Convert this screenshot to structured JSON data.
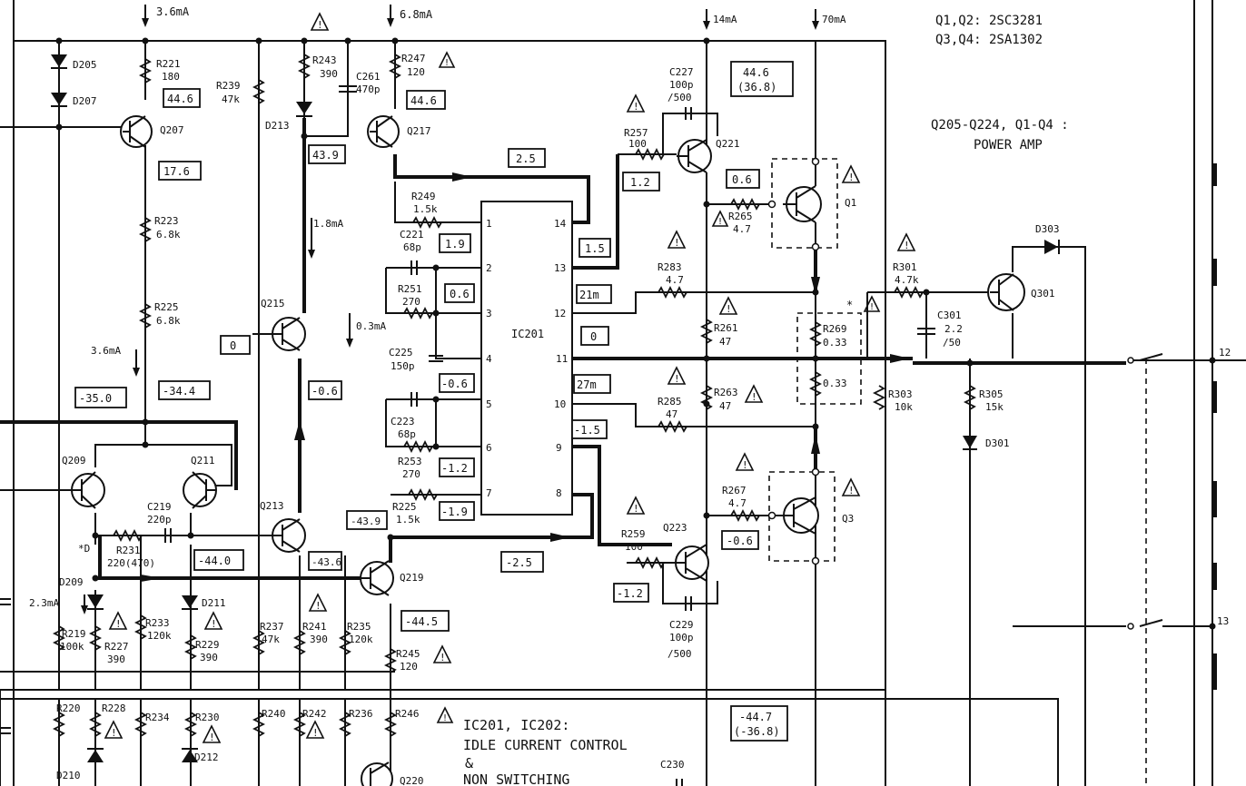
{
  "header": {
    "transistor_notes": [
      "Q1,Q2: 2SC3281",
      "Q3,Q4: 2SA1302"
    ],
    "power_amp_note": [
      "Q205-Q224, Q1-Q4 :",
      "POWER AMP"
    ],
    "idle_note": [
      "IC201, IC202:",
      "IDLE CURRENT CONTROL",
      "&",
      "NON SWITCHING"
    ]
  },
  "currents": {
    "i1": "3.6mA",
    "i2": "6.8mA",
    "i3": "14mA",
    "i4": "70mA",
    "i5": "1.8mA",
    "i6": "0.3mA",
    "i7": "3.6mA",
    "i8": "2.3mA"
  },
  "ic": {
    "name": "IC201",
    "left_pins": [
      "1",
      "2",
      "3",
      "4",
      "5",
      "6",
      "7"
    ],
    "right_pins": [
      "14",
      "13",
      "12",
      "11",
      "10",
      "9",
      "8"
    ]
  },
  "transistors": {
    "q207": "Q207",
    "q209": "Q209",
    "q211": "Q211",
    "q213": "Q213",
    "q215": "Q215",
    "q217": "Q217",
    "q219": "Q219",
    "q220": "Q220",
    "q221": "Q221",
    "q223": "Q223",
    "q1": "Q1",
    "q3": "Q3",
    "q301": "Q301"
  },
  "diodes": {
    "d205": "D205",
    "d207": "D207",
    "d213": "D213",
    "d209": "D209",
    "d211": "D211",
    "d210": "D210",
    "d212": "D212",
    "d301": "D301",
    "d303": "D303"
  },
  "resistors": {
    "r221": [
      "R221",
      "180"
    ],
    "r223": [
      "R223",
      "6.8k"
    ],
    "r225a": [
      "R225",
      "6.8k"
    ],
    "r239": [
      "R239",
      "47k"
    ],
    "r243": [
      "R243",
      "390"
    ],
    "r247": [
      "R247",
      "120"
    ],
    "r249": [
      "R249",
      "1.5k"
    ],
    "r251": [
      "R251",
      "270"
    ],
    "r253": [
      "R253",
      "270"
    ],
    "r225b": [
      "R225",
      "1.5k"
    ],
    "r231": [
      "R231",
      "220(470)"
    ],
    "r219": [
      "R219",
      "100k"
    ],
    "r227": [
      "R227",
      "390"
    ],
    "r233": [
      "R233",
      "120k"
    ],
    "r229": [
      "R229",
      "390"
    ],
    "r237": [
      "R237",
      "47k"
    ],
    "r241": [
      "R241",
      "390"
    ],
    "r235": [
      "R235",
      "120k"
    ],
    "r245": [
      "R245",
      "120"
    ],
    "r257": [
      "R257",
      "100"
    ],
    "r259": [
      "R259",
      "100"
    ],
    "r265": [
      "R265",
      "4.7"
    ],
    "r267": [
      "R267",
      "4.7"
    ],
    "r283": [
      "R283",
      "4.7"
    ],
    "r285": [
      "R285",
      "47"
    ],
    "r261": [
      "R261",
      "47"
    ],
    "r263": [
      "R263",
      "47"
    ],
    "r269": [
      "R269",
      "0.33"
    ],
    "r271": [
      "",
      "0.33"
    ],
    "r301": [
      "R301",
      "4.7k"
    ],
    "r303": [
      "R303",
      "10k"
    ],
    "r305": [
      "R305",
      "15k"
    ],
    "r220": "R220",
    "r228": "R228",
    "r234": "R234",
    "r230": "R230",
    "r240": "R240",
    "r242": "R242",
    "r236": "R236",
    "r246": "R246"
  },
  "capacitors": {
    "c261": [
      "C261",
      "470p"
    ],
    "c227": [
      "C227",
      "100p",
      "/500"
    ],
    "c221": [
      "C221",
      "68p"
    ],
    "c225": [
      "C225",
      "150p"
    ],
    "c223": [
      "C223",
      "68p"
    ],
    "c219": [
      "C219",
      "220p"
    ],
    "c229": [
      "C229",
      "100p",
      "/500"
    ],
    "c301": [
      "C301",
      "2.2",
      "/50"
    ],
    "c230": "C230"
  },
  "voltages": {
    "v_446a": "44.6",
    "v_176": "17.6",
    "v_446b": "44.6",
    "v_439": "43.9",
    "v_446c": [
      "44.6",
      "(36.8)"
    ],
    "v_25top": "2.5",
    "v_12": "1.2",
    "v_06a": "0.6",
    "v_19": "1.9",
    "v_06b": "0.6",
    "v_n06c": "-0.6",
    "v_n12a": "-1.2",
    "v_15": "1.5",
    "v_21m": "21m",
    "v_0b": "0",
    "v_27m": "27m",
    "v_n15": "-1.5",
    "v_0a": "0",
    "v_n06": "-0.6",
    "v_n350": "-35.0",
    "v_n344": "-34.4",
    "v_n440": "-44.0",
    "v_n436": "-43.6",
    "v_n439": "-43.9",
    "v_n19": "-1.9",
    "v_n25": "-2.5",
    "v_n445": "-44.5",
    "v_n12b": "-1.2",
    "v_n06d": "-0.6",
    "v_n447": [
      "-44.7",
      "(-36.8)"
    ]
  },
  "misc": {
    "star_d": "*D",
    "star": "*",
    "term12": "12",
    "term13": "13"
  }
}
